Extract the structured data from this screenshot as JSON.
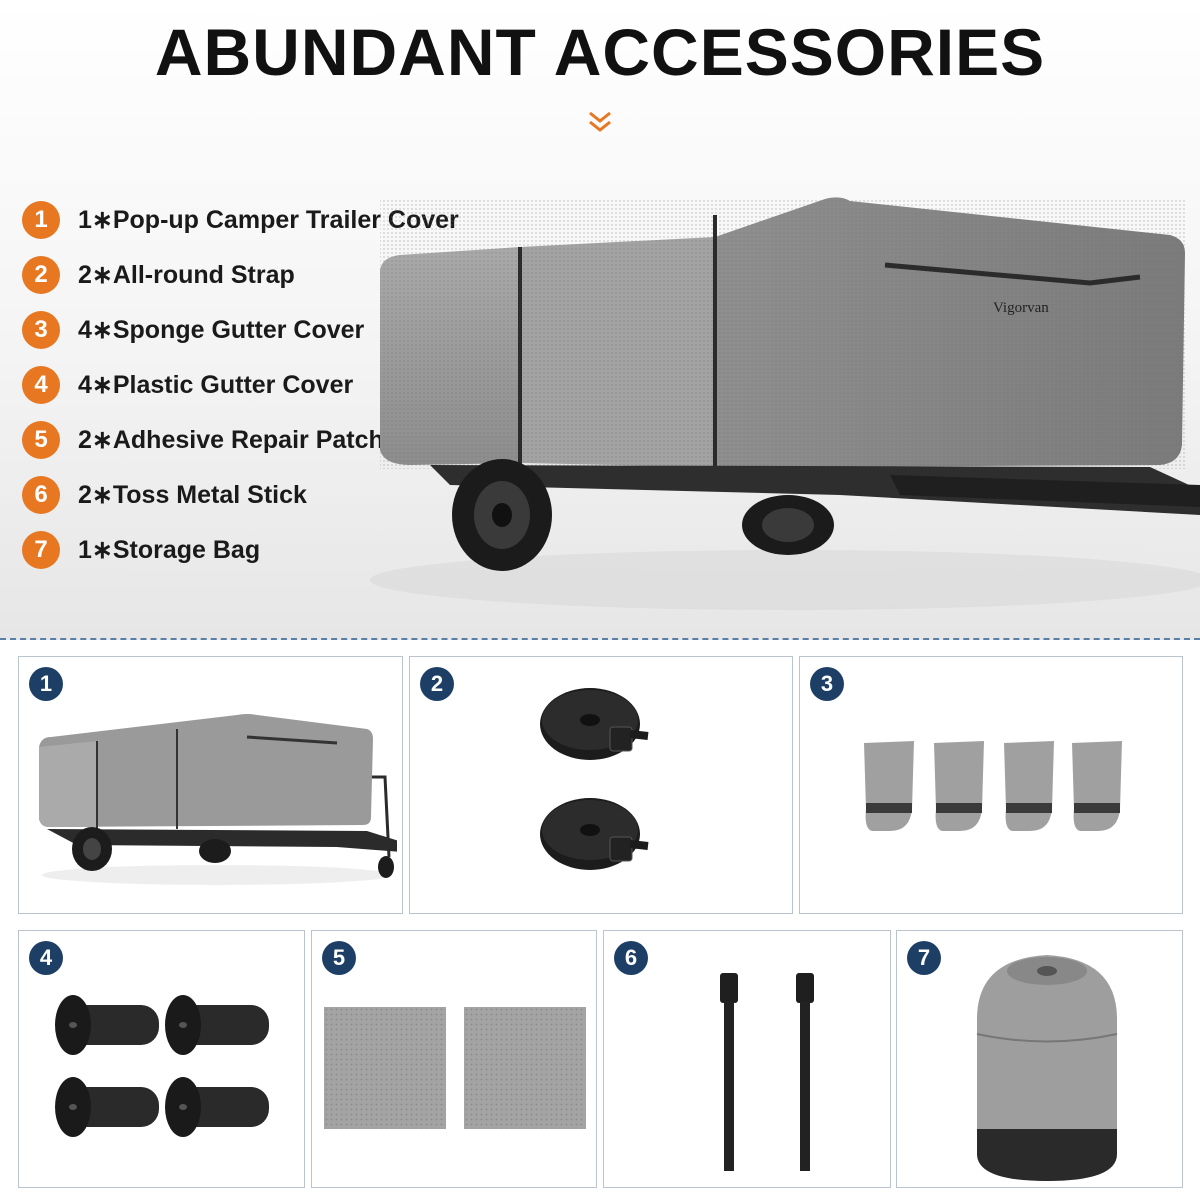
{
  "header": {
    "title": "ABUNDANT ACCESSORIES"
  },
  "brand": {
    "logo_text": "Vigorvan"
  },
  "colors": {
    "accent_orange": "#e87722",
    "badge_navy": "#1d3f66",
    "divider_blue": "#5a7fa6"
  },
  "accessories": [
    {
      "number": "1",
      "label": "1∗Pop-up Camper Trailer Cover"
    },
    {
      "number": "2",
      "label": "2∗All-round Strap"
    },
    {
      "number": "3",
      "label": "4∗Sponge Gutter Cover"
    },
    {
      "number": "4",
      "label": "4∗Plastic Gutter Cover"
    },
    {
      "number": "5",
      "label": "2∗Adhesive Repair Patch"
    },
    {
      "number": "6",
      "label": "2∗Toss Metal Stick"
    },
    {
      "number": "7",
      "label": "1∗Storage Bag"
    }
  ],
  "panels": [
    {
      "number": "1",
      "image": "camper-trailer-cover-image"
    },
    {
      "number": "2",
      "image": "straps-image"
    },
    {
      "number": "3",
      "image": "sponge-gutter-covers-image"
    },
    {
      "number": "4",
      "image": "plastic-gutter-covers-image"
    },
    {
      "number": "5",
      "image": "repair-patches-image"
    },
    {
      "number": "6",
      "image": "toss-sticks-image"
    },
    {
      "number": "7",
      "image": "storage-bag-image"
    }
  ]
}
